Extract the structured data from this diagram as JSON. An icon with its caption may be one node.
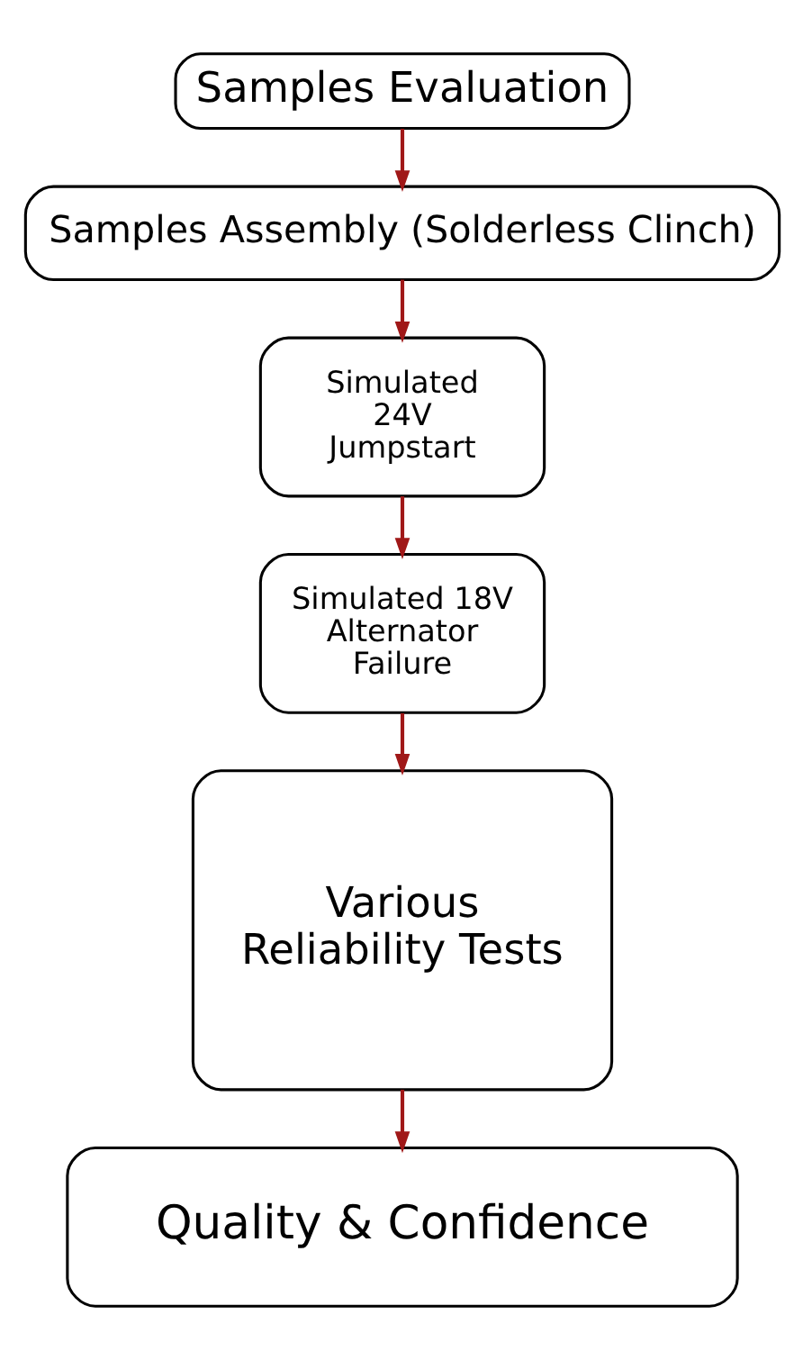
{
  "diagram": {
    "nodes": [
      {
        "text": [
          "Samples Evaluation"
        ]
      },
      {
        "text": [
          "Samples Assembly (Solderless Clinch)"
        ]
      },
      {
        "text": [
          "Simulated 24V Jumpstart"
        ]
      },
      {
        "text": [
          "Simulated 18V Alternator Failure"
        ]
      },
      {
        "text": [
          "Various Reliability Tests"
        ]
      },
      {
        "text": [
          "Quality & Confidence"
        ]
      }
    ],
    "edges": [
      {
        "from": 0,
        "to": 1,
        "arrow": "to"
      },
      {
        "from": 1,
        "to": 2,
        "arrow": "to"
      },
      {
        "from": 2,
        "to": 3,
        "arrow": "to"
      },
      {
        "from": 3,
        "to": 4,
        "arrow": "to"
      },
      {
        "from": 4,
        "to": 5,
        "arrow": "to"
      }
    ]
  }
}
